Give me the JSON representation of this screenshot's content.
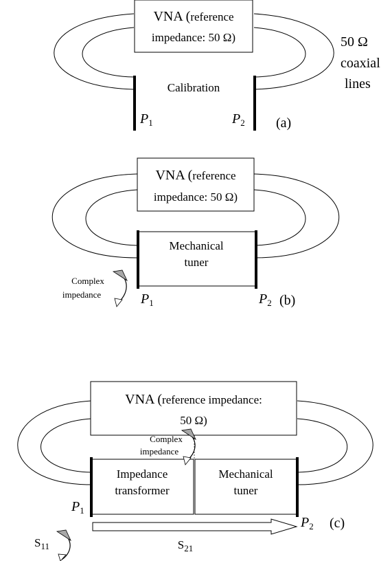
{
  "panel_a": {
    "vna_line1": "VNA (",
    "vna_line1b": "reference",
    "vna_line2": "impedance: 50 Ω)",
    "center_label": "Calibration",
    "p1": "P",
    "p1_sub": "1",
    "p2": "P",
    "p2_sub": "2",
    "tag": "(a)",
    "cable_label_1": "50 Ω",
    "cable_label_2": "coaxial",
    "cable_label_3": "lines"
  },
  "panel_b": {
    "vna_line1": "VNA (",
    "vna_line1b": "reference",
    "vna_line2": "impedance: 50 Ω)",
    "device_line1": "Mechanical",
    "device_line2": "tuner",
    "complex_line1": "Complex",
    "complex_line2": "impedance",
    "p1": "P",
    "p1_sub": "1",
    "p2": "P",
    "p2_sub": "2",
    "tag": "(b)"
  },
  "panel_c": {
    "vna_line1": "VNA (",
    "vna_line1b": "reference impedance:",
    "vna_line2": "50 Ω)",
    "complex_line1": "Complex",
    "complex_line2": "impedance",
    "transformer_line1": "Impedance",
    "transformer_line2": "transformer",
    "tuner_line1": "Mechanical",
    "tuner_line2": "tuner",
    "p1": "P",
    "p1_sub": "1",
    "p2": "P",
    "p2_sub": "2",
    "tag": "(c)",
    "s11": "S",
    "s11_sub": "11",
    "s21": "S",
    "s21_sub": "21"
  }
}
